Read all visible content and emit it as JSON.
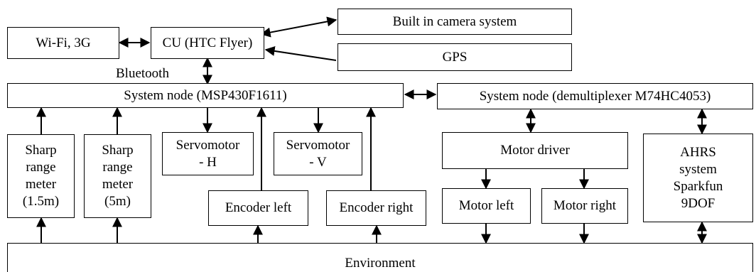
{
  "diagram": {
    "wifi": "Wi-Fi, 3G",
    "cu": "CU (HTC Flyer)",
    "camera": "Built in camera system",
    "gps": "GPS",
    "bluetooth": "Bluetooth",
    "sys_node_msp": "System node (MSP430F1611)",
    "sys_node_demux": "System node (demultiplexer M74HC4053)",
    "sharp_15": "Sharp\nrange\nmeter\n(1.5m)",
    "sharp_5": "Sharp\nrange\nmeter\n(5m)",
    "servo_h": "Servomotor\n- H",
    "servo_v": "Servomotor\n- V",
    "encoder_left": "Encoder left",
    "encoder_right": "Encoder right",
    "motor_driver": "Motor driver",
    "motor_left": "Motor left",
    "motor_right": "Motor right",
    "ahrs": "AHRS\nsystem\nSparkfun\n9DOF",
    "environment": "Environment"
  }
}
